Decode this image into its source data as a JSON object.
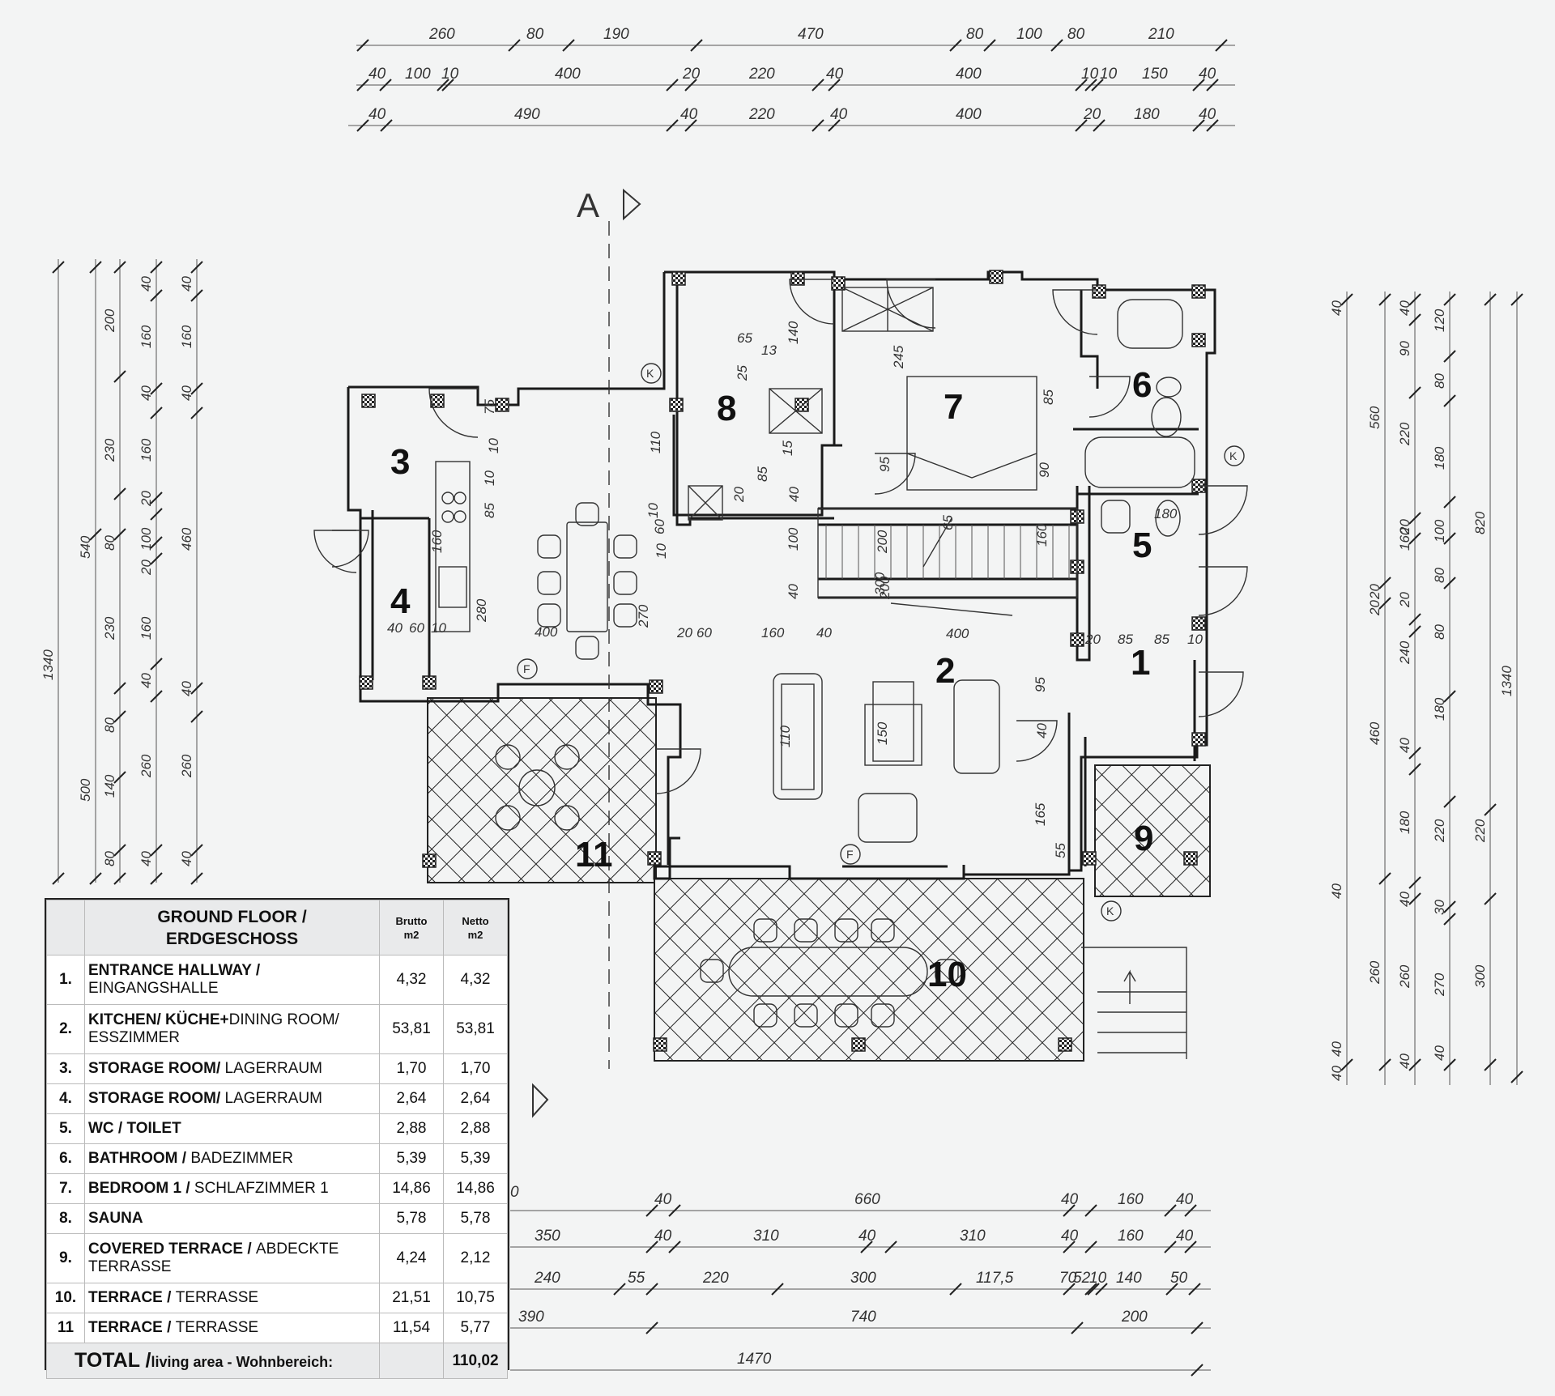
{
  "dimensions": {
    "top_row1": [
      "260",
      "80",
      "190",
      "470",
      "80",
      "100",
      "80",
      "210"
    ],
    "top_row2": [
      "40",
      "100",
      "10",
      "400",
      "20",
      "220",
      "40",
      "400",
      "10",
      "10",
      "150",
      "40"
    ],
    "top_row3": [
      "40",
      "490",
      "40",
      "220",
      "40",
      "400",
      "20",
      "180",
      "40"
    ],
    "left_col1": [
      "1340"
    ],
    "left_col2": [
      "540",
      "500"
    ],
    "left_col3": [
      "200",
      "230",
      "80",
      "230",
      "80",
      "140",
      "80"
    ],
    "left_col4": [
      "40",
      "160",
      "40",
      "160",
      "20",
      "100",
      "20",
      "160",
      "40",
      "260",
      "40"
    ],
    "left_col5": [
      "40",
      "160",
      "40",
      "460",
      "40",
      "260",
      "40"
    ],
    "right_col1": [
      "40",
      "40",
      "40",
      "40"
    ],
    "right_col2": [
      "560",
      "20",
      "20",
      "460",
      "260"
    ],
    "right_col3": [
      "40",
      "90",
      "220",
      "20",
      "160",
      "20",
      "240",
      "40",
      "180",
      "40",
      "260",
      "40"
    ],
    "right_col4": [
      "120",
      "80",
      "180",
      "100",
      "80",
      "80",
      "180",
      "220",
      "30",
      "270",
      "40"
    ],
    "right_col5": [
      "820",
      "220",
      "300"
    ],
    "right_col6": [
      "1340"
    ],
    "bottom_row1": [
      "40",
      "660",
      "40",
      "160",
      "40"
    ],
    "bottom_row2": [
      "350",
      "40",
      "310",
      "40",
      "310",
      "40",
      "160",
      "40"
    ],
    "bottom_row3": [
      "240",
      "55",
      "220",
      "300",
      "117,5",
      "70",
      "52",
      "10",
      "140",
      "50"
    ],
    "bottom_row4": [
      "390",
      "740",
      "200"
    ],
    "bottom_row5": [
      "1470"
    ],
    "bottom_left_partial": "0",
    "interior": [
      "75",
      "10",
      "10",
      "85",
      "110",
      "10",
      "60",
      "10",
      "160",
      "280",
      "270",
      "40",
      "60",
      "10",
      "20",
      "60",
      "160",
      "40",
      "400",
      "400",
      "245",
      "95",
      "90",
      "85",
      "140",
      "65",
      "13",
      "25",
      "20",
      "85",
      "15",
      "40",
      "100",
      "40",
      "200",
      "160",
      "65",
      "20",
      "85",
      "85",
      "10",
      "95",
      "40",
      "165",
      "55",
      "110",
      "150",
      "180",
      "200",
      "300"
    ]
  },
  "section_marker": "A",
  "markers": [
    "K",
    "K",
    "K",
    "F",
    "F"
  ],
  "room_numbers": [
    "1",
    "2",
    "3",
    "4",
    "5",
    "6",
    "7",
    "8",
    "9",
    "10",
    "11"
  ],
  "legend": {
    "title_line1": "GROUND FLOOR /",
    "title_line2": "ERDGESCHOSS",
    "col_brutto_1": "Brutto",
    "col_brutto_2": "m2",
    "col_netto_1": "Netto",
    "col_netto_2": "m2",
    "rows": [
      {
        "num": "1.",
        "bold": "ENTRANCE HALLWAY /",
        "rest": "EINGANGSHALLE",
        "break": true,
        "brutto": "4,32",
        "netto": "4,32"
      },
      {
        "num": "2.",
        "bold": "KITCHEN/ KÜCHE+",
        "rest": "DINING ROOM/ ESSZIMMER",
        "break": false,
        "brutto": "53,81",
        "netto": "53,81"
      },
      {
        "num": "3.",
        "bold": "STORAGE ROOM/",
        "rest": " LAGERRAUM",
        "break": false,
        "brutto": "1,70",
        "netto": "1,70"
      },
      {
        "num": "4.",
        "bold": "STORAGE ROOM/",
        "rest": " LAGERRAUM",
        "break": false,
        "brutto": "2,64",
        "netto": "2,64"
      },
      {
        "num": "5.",
        "bold": "WC / TOILET",
        "rest": "",
        "break": false,
        "brutto": "2,88",
        "netto": "2,88"
      },
      {
        "num": "6.",
        "bold": "BATHROOM / ",
        "rest": "BADEZIMMER",
        "break": false,
        "brutto": "5,39",
        "netto": "5,39"
      },
      {
        "num": "7.",
        "bold": "BEDROOM 1 / ",
        "rest": "SCHLAFZIMMER 1",
        "break": false,
        "brutto": "14,86",
        "netto": "14,86"
      },
      {
        "num": "8.",
        "bold": "SAUNA",
        "rest": "",
        "break": false,
        "brutto": "5,78",
        "netto": "5,78"
      },
      {
        "num": "9.",
        "bold": "COVERED TERRACE / ",
        "rest": "ABDECKTE TERRASSE",
        "break": false,
        "brutto": "4,24",
        "netto": "2,12"
      },
      {
        "num": "10.",
        "bold": "TERRACE / ",
        "rest": "TERRASSE",
        "break": false,
        "brutto": "21,51",
        "netto": "10,75"
      },
      {
        "num": "11",
        "bold": "TERRACE / ",
        "rest": "TERRASSE",
        "break": false,
        "brutto": "11,54",
        "netto": "5,77"
      }
    ],
    "total_label": "TOTAL /",
    "total_sub": "living area - Wohnbereich:",
    "total_value": "110,02"
  }
}
